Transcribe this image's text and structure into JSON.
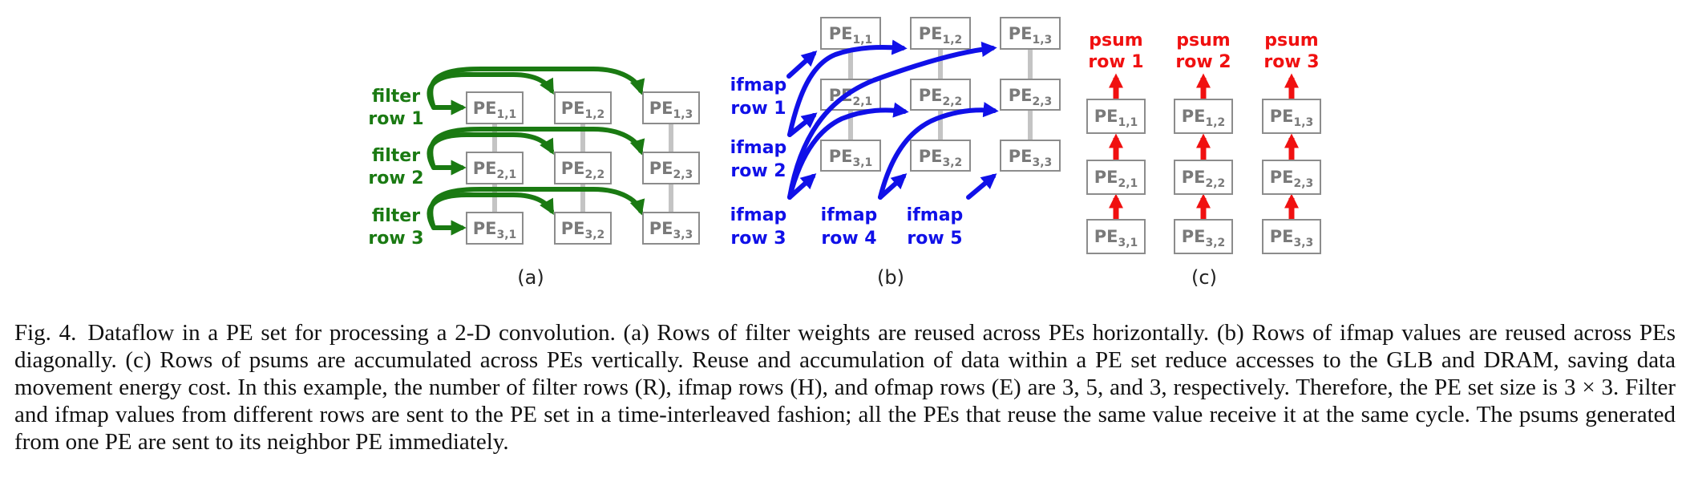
{
  "pe_grid": [
    [
      {
        "base": "PE",
        "sub": "1,1"
      },
      {
        "base": "PE",
        "sub": "1,2"
      },
      {
        "base": "PE",
        "sub": "1,3"
      }
    ],
    [
      {
        "base": "PE",
        "sub": "2,1"
      },
      {
        "base": "PE",
        "sub": "2,2"
      },
      {
        "base": "PE",
        "sub": "2,3"
      }
    ],
    [
      {
        "base": "PE",
        "sub": "3,1"
      },
      {
        "base": "PE",
        "sub": "3,2"
      },
      {
        "base": "PE",
        "sub": "3,3"
      }
    ]
  ],
  "panel_a": {
    "label": "(a)",
    "row_labels": [
      {
        "line1": "filter",
        "line2": "row 1"
      },
      {
        "line1": "filter",
        "line2": "row 2"
      },
      {
        "line1": "filter",
        "line2": "row 3"
      }
    ]
  },
  "panel_b": {
    "label": "(b)",
    "ifmap_labels": [
      {
        "line1": "ifmap",
        "line2": "row 1"
      },
      {
        "line1": "ifmap",
        "line2": "row 2"
      },
      {
        "line1": "ifmap",
        "line2": "row 3"
      },
      {
        "line1": "ifmap",
        "line2": "row 4"
      },
      {
        "line1": "ifmap",
        "line2": "row 5"
      }
    ]
  },
  "panel_c": {
    "label": "(c)",
    "psum_labels": [
      {
        "line1": "psum",
        "line2": "row 1"
      },
      {
        "line1": "psum",
        "line2": "row 2"
      },
      {
        "line1": "psum",
        "line2": "row 3"
      }
    ]
  },
  "colors": {
    "filter": "#1a7a12",
    "ifmap": "#1010e8",
    "psum": "#f01010",
    "pe_border": "#8c8c8c",
    "pe_text": "#7a7a7a",
    "connector": "#c4c4c4"
  },
  "caption": {
    "fig_label": "Fig. 4.",
    "text": "Dataflow in a PE set for processing a 2-D convolution. (a) Rows of filter weights are reused across PEs horizontally. (b) Rows of ifmap values are reused across PEs diagonally. (c) Rows of psums are accumulated across PEs vertically. Reuse and accumulation of data within a PE set reduce accesses to the GLB and DRAM, saving data movement energy cost. In this example, the number of filter rows (R), ifmap rows (H), and ofmap rows (E) are 3, 5, and 3, respectively. Therefore, the PE set size is 3 × 3. Filter and ifmap values from different rows are sent to the PE set in a time-interleaved fashion; all the PEs that reuse the same value receive it at the same cycle. The psums generated from one PE are sent to its neighbor PE immediately."
  }
}
